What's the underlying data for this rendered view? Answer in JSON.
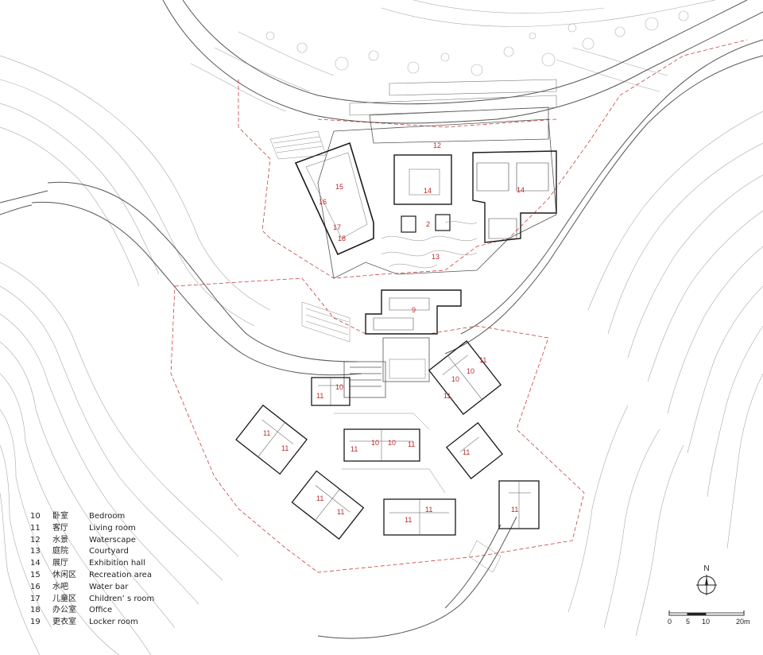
{
  "legend": [
    {
      "num": "10",
      "zh": "卧室",
      "en": "Bedroom"
    },
    {
      "num": "11",
      "zh": "客厅",
      "en": "Living room"
    },
    {
      "num": "12",
      "zh": "水景",
      "en": "Waterscape"
    },
    {
      "num": "13",
      "zh": "庭院",
      "en": "Courtyard"
    },
    {
      "num": "14",
      "zh": "展厅",
      "en": "Exhibition hall"
    },
    {
      "num": "15",
      "zh": "休闲区",
      "en": "Recreation area"
    },
    {
      "num": "16",
      "zh": "水吧",
      "en": "Water bar"
    },
    {
      "num": "17",
      "zh": "儿童区",
      "en": "Children’ s room"
    },
    {
      "num": "18",
      "zh": "办公室",
      "en": "Office"
    },
    {
      "num": "19",
      "zh": "更衣室",
      "en": "Locker room"
    }
  ],
  "north_label": "N",
  "scale": {
    "labels": [
      "0",
      "5",
      "10",
      "20m"
    ]
  },
  "room_labels": {
    "r12": "12",
    "r14a": "14",
    "r14b": "14",
    "r15": "15",
    "r16": "16",
    "r17": "17",
    "r18": "18",
    "r2": "2",
    "r13": "13",
    "r9": "9",
    "r11a": "11",
    "r10a": "10",
    "r10b": "10",
    "r10c": "10",
    "r11b": "11",
    "r11c": "11",
    "r11d": "11",
    "r11e": "11",
    "r11f": "11",
    "r10d": "10",
    "r10e": "10",
    "r11g": "11",
    "r11h": "11",
    "r11i": "11",
    "r11j": "11",
    "r11k": "11",
    "r11l": "11",
    "r11m": "11"
  },
  "colors": {
    "line": "#555555",
    "contour": "#9a9a9a",
    "wall": "#1a1a1a",
    "boundary": "#c0282a",
    "label": "#c0282a"
  }
}
